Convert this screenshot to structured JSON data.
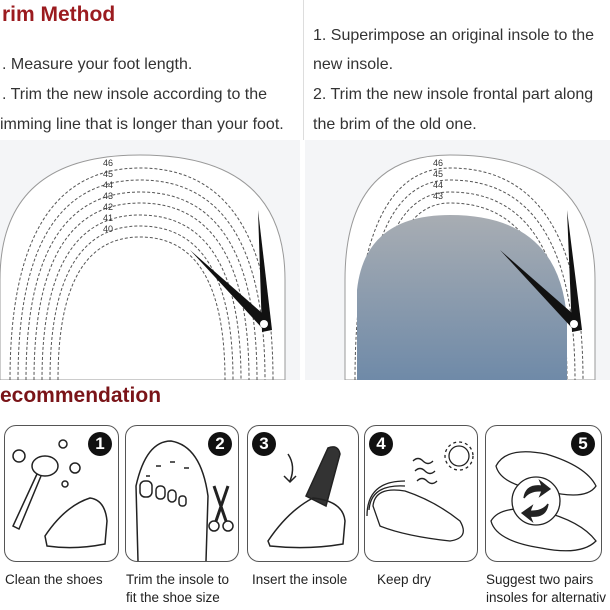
{
  "trim_method": {
    "title": "rim Method",
    "left_steps": [
      ". Measure your foot length.",
      ". Trim the new insole according to the",
      "imming line that is longer than your foot."
    ],
    "right_steps": [
      "1.  Superimpose an original insole to the",
      "new insole.",
      "2.  Trim the new insole frontal part along",
      "the brim of the old one."
    ],
    "left_sizes": [
      "46",
      "45",
      "44",
      "43",
      "42",
      "41",
      "40"
    ],
    "right_sizes": [
      "46",
      "45",
      "44",
      "43"
    ]
  },
  "recommendation": {
    "title": "ecommendation",
    "steps": [
      {
        "number": "1",
        "icon": "clean-shoe-icon",
        "caption": [
          "Clean the shoes"
        ]
      },
      {
        "number": "2",
        "icon": "trim-insole-icon",
        "caption": [
          "Trim the insole to",
          "fit the shoe size"
        ]
      },
      {
        "number": "3",
        "icon": "insert-insole-icon",
        "caption": [
          "Insert the insole"
        ]
      },
      {
        "number": "4",
        "icon": "keep-dry-icon",
        "caption": [
          "Keep dry"
        ]
      },
      {
        "number": "5",
        "icon": "alternate-insoles-icon",
        "caption": [
          "Suggest two pairs",
          "insoles for alternativ"
        ]
      }
    ]
  },
  "colors": {
    "title_red": "#9b1b1f"
  }
}
